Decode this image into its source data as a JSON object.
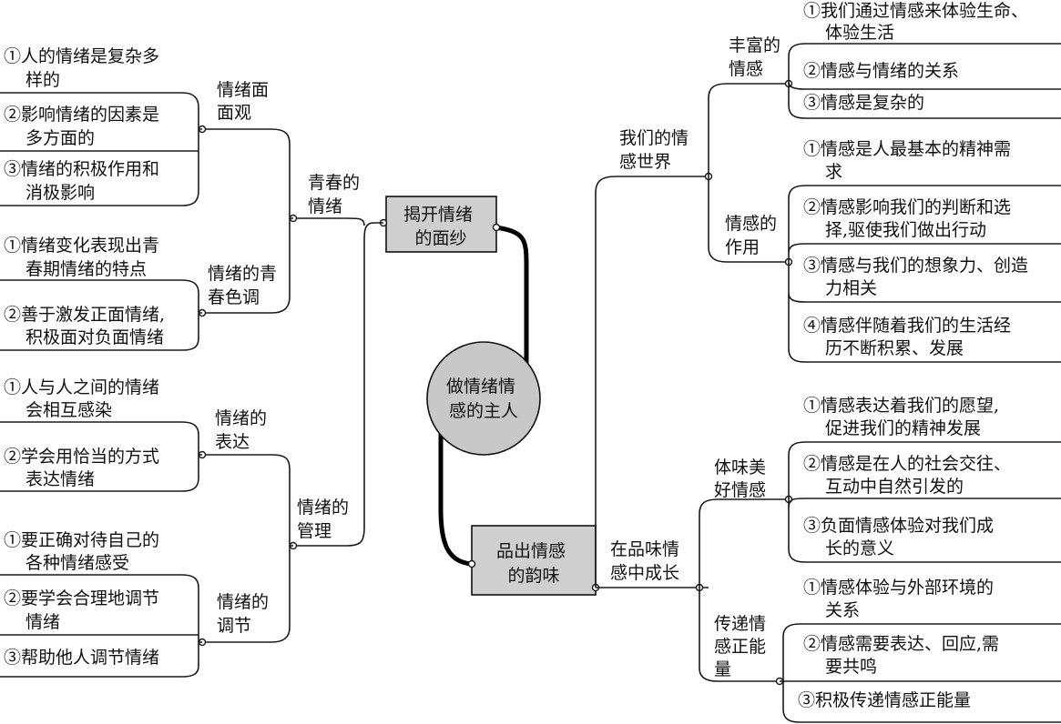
{
  "center": {
    "lines": [
      "做情绪情",
      "感的主人"
    ]
  },
  "unit1": {
    "lines": [
      "揭开情绪",
      "的面纱"
    ]
  },
  "unit2": {
    "lines": [
      "品出情感",
      "的韵味"
    ]
  },
  "left": {
    "lesson1": {
      "lines": [
        "青春的",
        "情绪"
      ],
      "frame1": {
        "lines": [
          "情绪面",
          "面观"
        ],
        "items": [
          [
            "①人的情绪是复杂多",
            "样的"
          ],
          [
            "②影响情绪的因素是",
            "多方面的"
          ],
          [
            "③情绪的积极作用和",
            "消极影响"
          ]
        ]
      },
      "frame2": {
        "lines": [
          "情绪的青",
          "春色调"
        ],
        "items": [
          [
            "①情绪变化表现出青",
            "春期情绪的特点"
          ],
          [
            "②善于激发正面情绪,",
            "积极面对负面情绪"
          ]
        ]
      }
    },
    "lesson2": {
      "lines": [
        "情绪的",
        "管理"
      ],
      "frame1": {
        "lines": [
          "情绪的",
          "表达"
        ],
        "items": [
          [
            "①人与人之间的情绪",
            "会相互感染"
          ],
          [
            "②学会用恰当的方式",
            "表达情绪"
          ]
        ]
      },
      "frame2": {
        "lines": [
          "情绪的",
          "调节"
        ],
        "items": [
          [
            "①要正确对待自己的",
            "各种情绪感受"
          ],
          [
            "②要学会合理地调节",
            "情绪"
          ],
          [
            "③帮助他人调节情绪"
          ]
        ]
      }
    }
  },
  "right": {
    "lesson3": {
      "lines": [
        "我们的情",
        "感世界"
      ],
      "frame1": {
        "lines": [
          "丰富的",
          "情感"
        ],
        "items": [
          [
            "①我们通过情感来体验生命、",
            "体验生活"
          ],
          [
            "②情感与情绪的关系"
          ],
          [
            "③情感是复杂的"
          ]
        ]
      },
      "frame2": {
        "lines": [
          "情感的",
          "作用"
        ],
        "items": [
          [
            "①情感是人最基本的精神需",
            "求"
          ],
          [
            "②情感影响我们的判断和选",
            "择,驱使我们做出行动"
          ],
          [
            "③情感与我们的想象力、创造",
            "力相关"
          ],
          [
            "④情感伴随着我们的生活经",
            "历不断积累、发展"
          ]
        ]
      }
    },
    "lesson4": {
      "lines": [
        "在品味情",
        "感中成长"
      ],
      "frame1": {
        "lines": [
          "体味美",
          "好情感"
        ],
        "items": [
          [
            "①情感表达着我们的愿望,",
            "促进我们的精神发展"
          ],
          [
            "②情感是在人的社会交往、",
            "互动中自然引发的"
          ],
          [
            "③负面情感体验对我们成",
            "长的意义"
          ]
        ]
      },
      "frame2": {
        "lines": [
          "传递情",
          "感正能",
          "量"
        ],
        "items": [
          [
            "①情感体验与外部环境的",
            "关系"
          ],
          [
            "②情感需要表达、回应,需",
            "要共鸣"
          ],
          [
            "③积极传递情感正能量"
          ]
        ]
      }
    }
  }
}
